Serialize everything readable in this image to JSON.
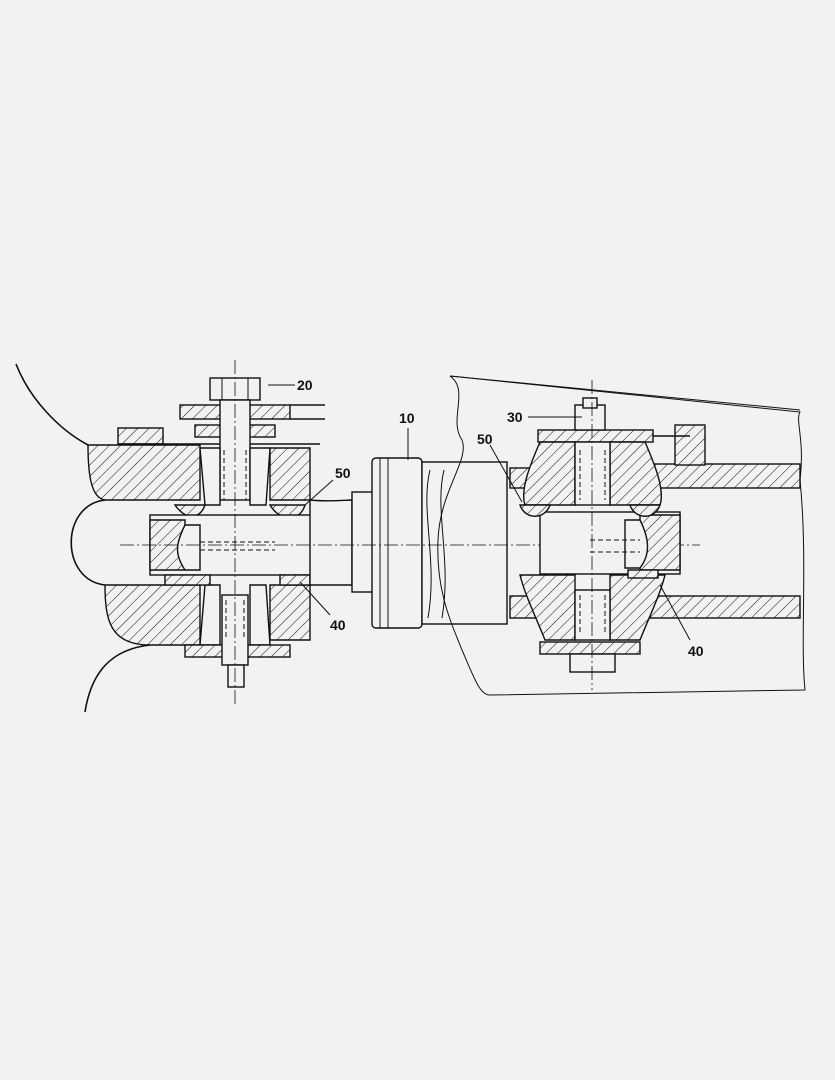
{
  "drawing": {
    "callouts": [
      {
        "id": "c20",
        "label": "20"
      },
      {
        "id": "c50l",
        "label": "50"
      },
      {
        "id": "c40l",
        "label": "40"
      },
      {
        "id": "c10",
        "label": "10"
      },
      {
        "id": "c30",
        "label": "30"
      },
      {
        "id": "c50r",
        "label": "50"
      },
      {
        "id": "c40r",
        "label": "40"
      }
    ]
  }
}
